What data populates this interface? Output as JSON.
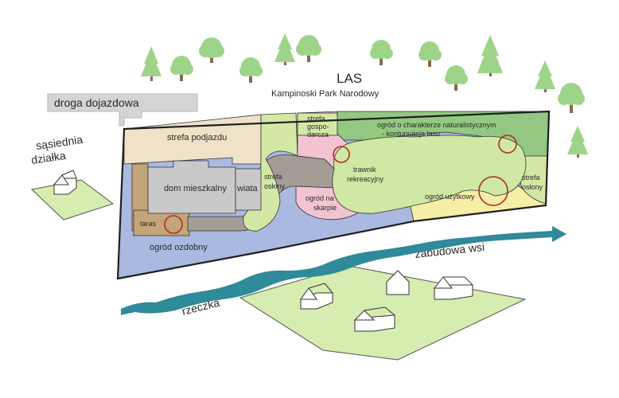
{
  "labels": {
    "las": "LAS",
    "park": "Kampinoski Park Narodowy",
    "droga": "droga dojazdowa",
    "sasiednia_1": "sąsiednia",
    "sasiednia_2": "działka",
    "strefa_podjazdu": "strefa podjazdu",
    "dom": "dom mieszkalny",
    "wiata": "wiata",
    "taras": "taras",
    "ogrod_ozdobny": "ogród ozdobny",
    "strefa_oslony_1": "strefa",
    "strefa_oslony_2": "osłony",
    "gospo_1": "strefa",
    "gospo_2": "gospo-",
    "gospo_3": "darcza",
    "ogrod_skarpie_1": "ogród na",
    "ogrod_skarpie_2": "skarpie",
    "trawnik_1": "trawnik",
    "trawnik_2": "rekreacyjny",
    "naturalistyczny_1": "ogród o charakterze naturalistycznym",
    "naturalistyczny_2": "- kontunuacja lasu",
    "uzytkowy": "ogród użytkowy",
    "strefa_oslony_r1": "strefa",
    "strefa_oslony_r2": "osłony",
    "rzeczka": "rzeczka",
    "zabudowa": "zabudowa wsi"
  },
  "colors": {
    "tree": "#9ed48a",
    "trunk": "#8a6a4a",
    "driveway": "#efe2c6",
    "house": "#c9c9c9",
    "terrace": "#c4a57a",
    "ornamental": "#a9b9e0",
    "path": "#a39d96",
    "shelter": "#d4e8a6",
    "utility_zone": "#f2c4d2",
    "lawn": "#cfe8a3",
    "natural": "#93c882",
    "vegetable": "#f5eea5",
    "river": "#2f8a9a",
    "village": "#d6ecb0",
    "road": "#d4d4d4",
    "circle": "#b52a2a"
  }
}
